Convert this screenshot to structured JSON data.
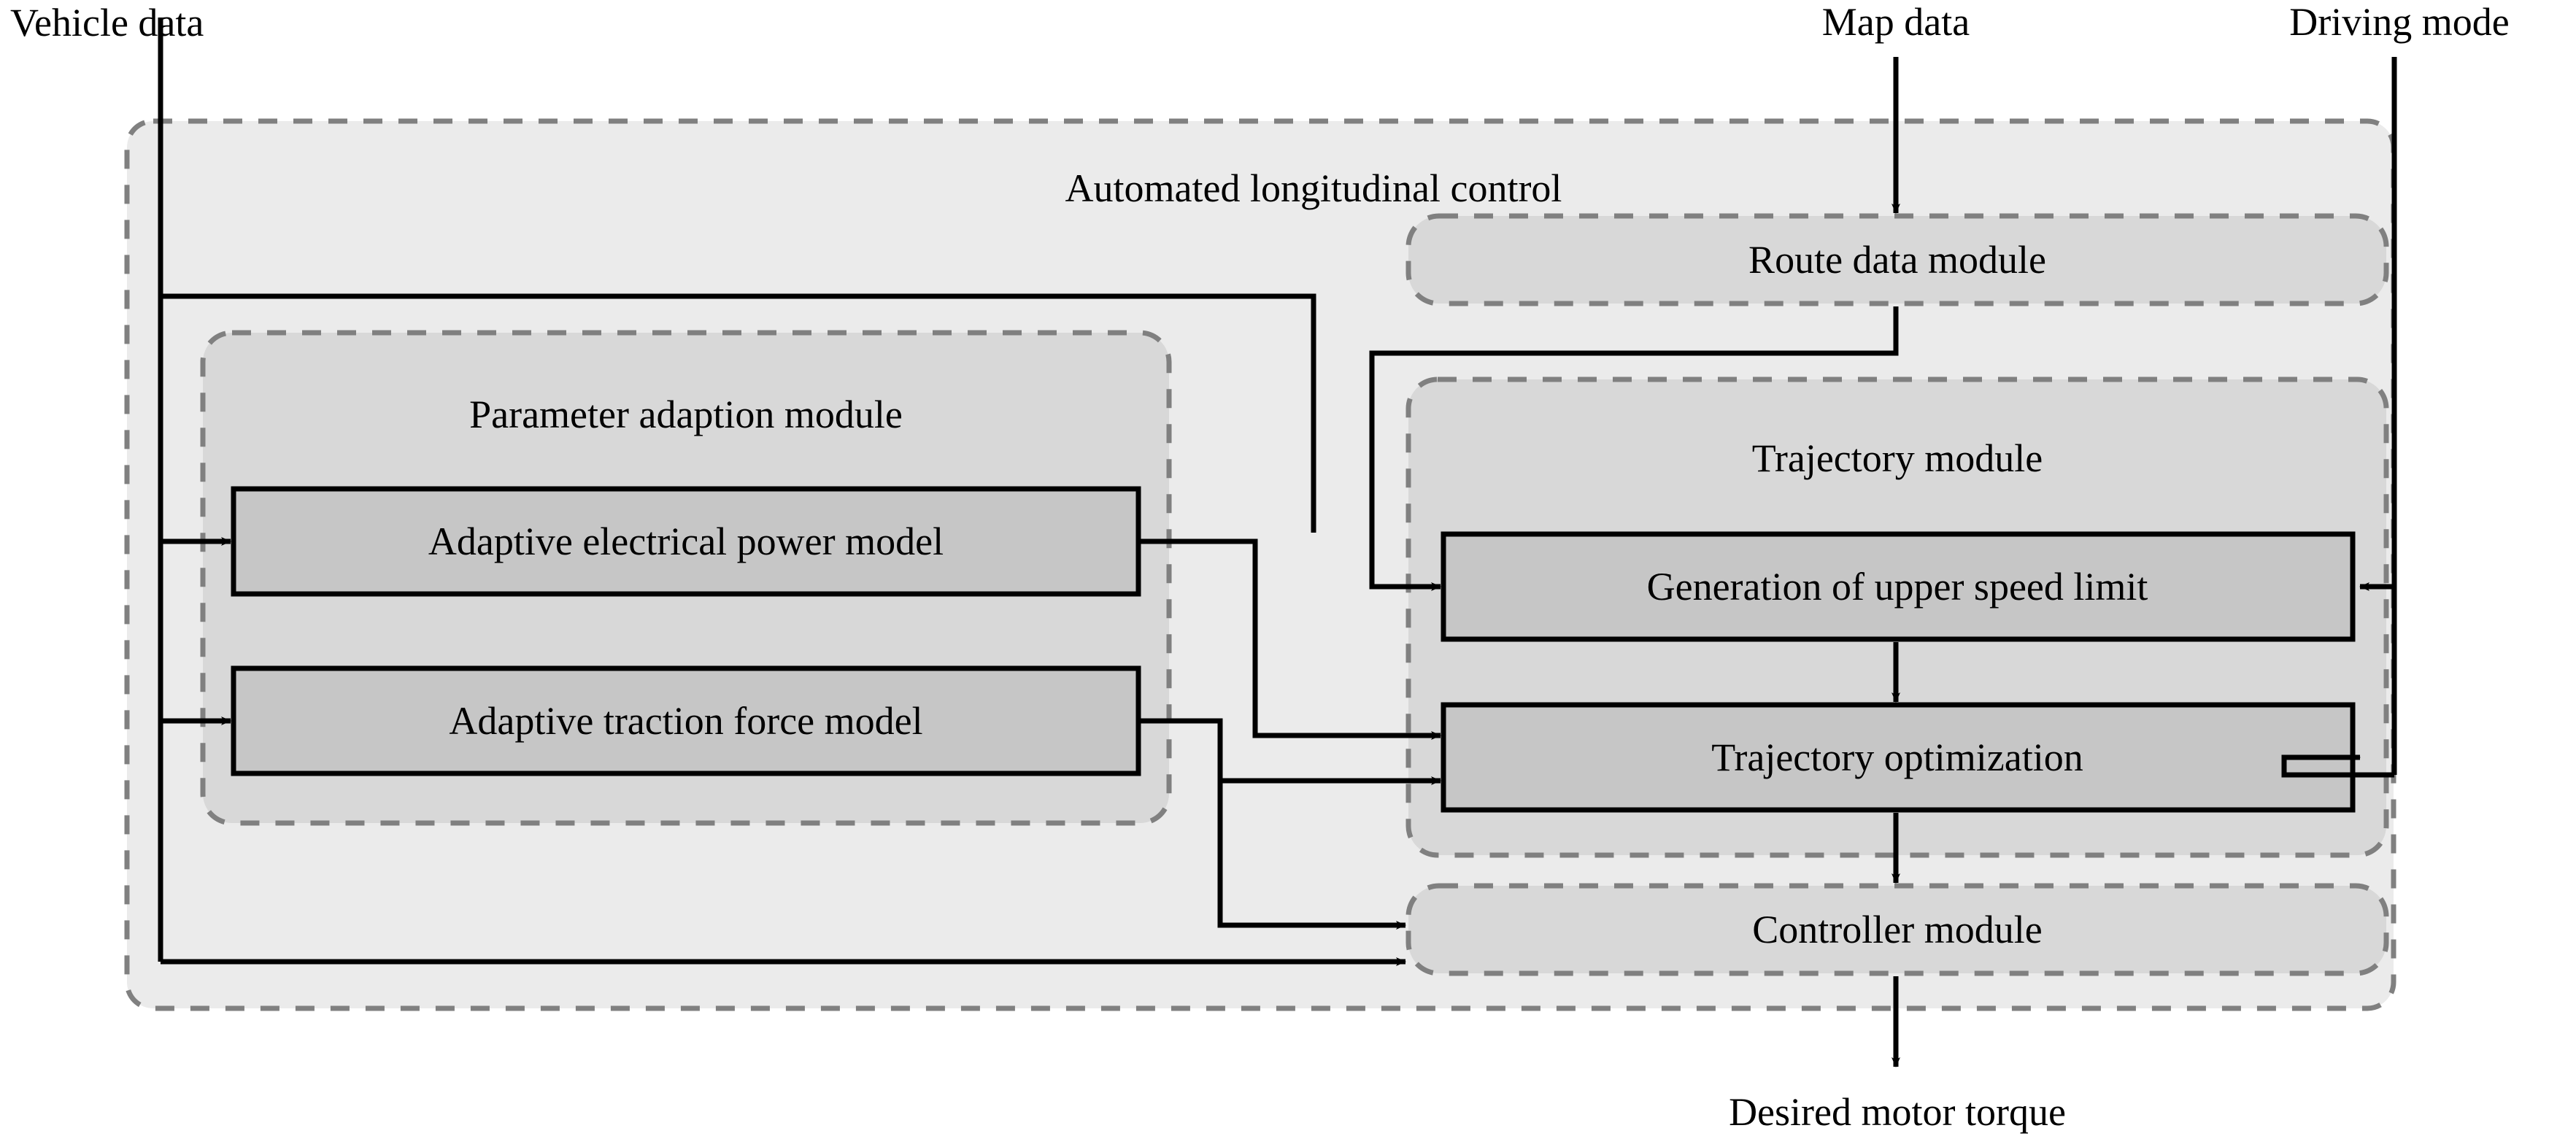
{
  "diagram": {
    "title": "Automated longitudinal control",
    "type": "block-diagram",
    "external_inputs": [
      {
        "name": "vehicle-data",
        "label": "Vehicle data"
      },
      {
        "name": "map-data",
        "label": "Map data"
      },
      {
        "name": "driving-mode",
        "label": "Driving mode"
      }
    ],
    "external_outputs": [
      {
        "name": "desired-motor-torque",
        "label": "Desired motor torque"
      }
    ],
    "modules": [
      {
        "name": "parameter-adaption-module",
        "label": "Parameter adaption module",
        "blocks": [
          {
            "name": "adaptive-electrical-power-model",
            "label": "Adaptive electrical power model"
          },
          {
            "name": "adaptive-traction-force-model",
            "label": "Adaptive traction force model"
          }
        ]
      },
      {
        "name": "route-data-module",
        "label": "Route data module",
        "blocks": []
      },
      {
        "name": "trajectory-module",
        "label": "Trajectory module",
        "blocks": [
          {
            "name": "generation-of-upper-speed-limit",
            "label": "Generation of upper speed limit"
          },
          {
            "name": "trajectory-optimization",
            "label": "Trajectory optimization"
          }
        ]
      },
      {
        "name": "controller-module",
        "label": "Controller module",
        "blocks": []
      }
    ],
    "colors": {
      "outer_fill": "#ebebeb",
      "module_fill": "#d8d8d8",
      "block_fill": "#c6c6c6",
      "dashed_border": "#808080",
      "block_border": "#000000",
      "connector": "#000000",
      "text": "#000000"
    }
  }
}
